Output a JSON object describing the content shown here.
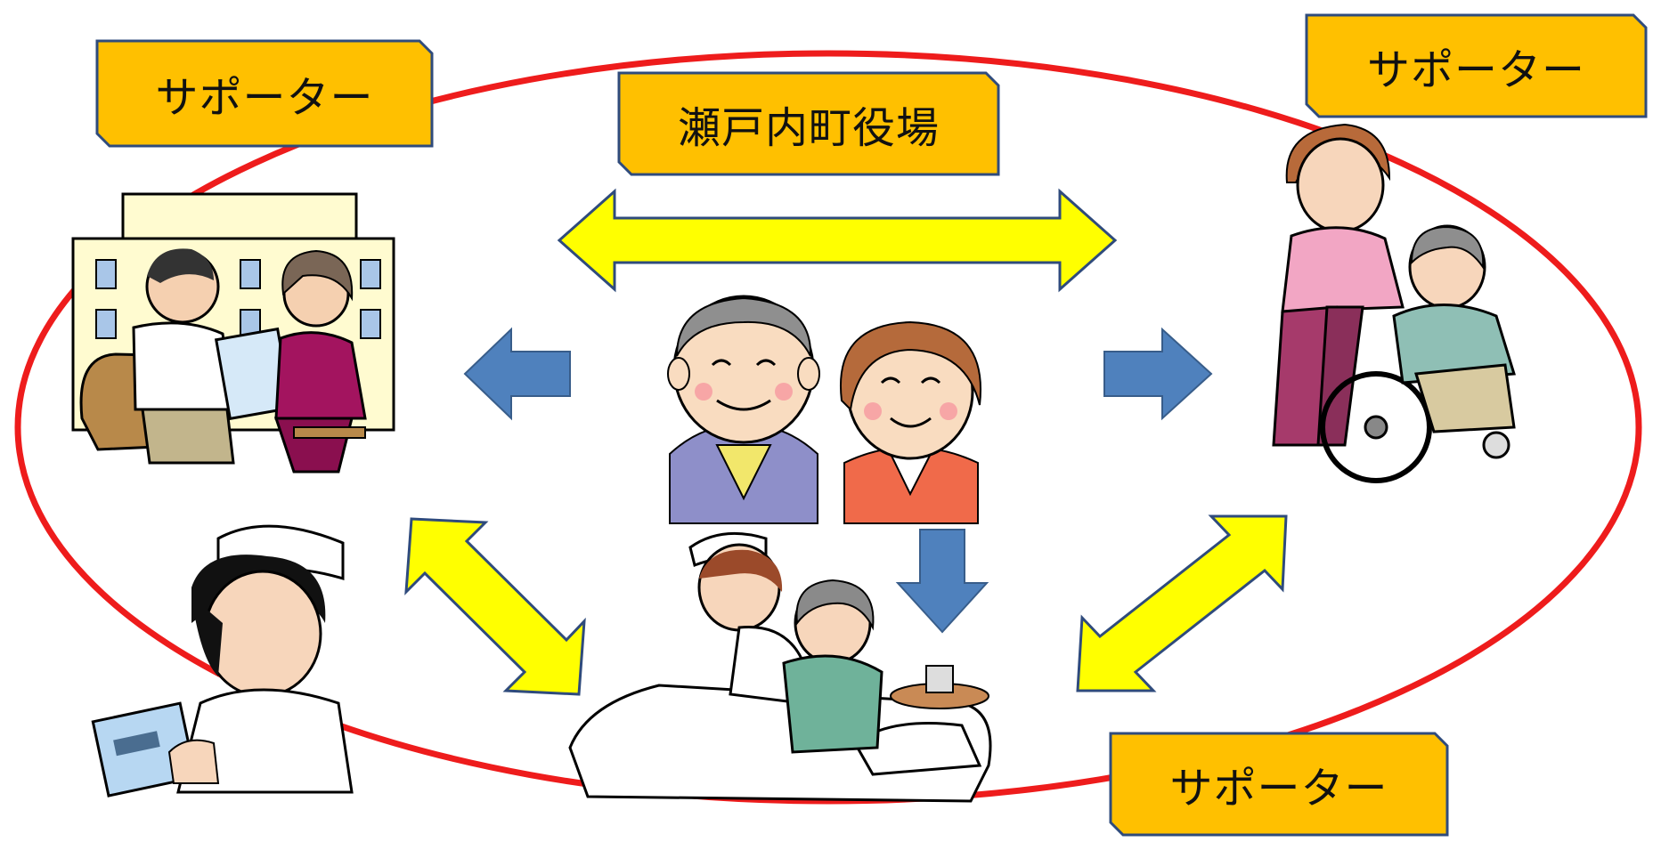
{
  "diagram": {
    "center_label": "瀬戸内町役場",
    "supporter_labels": [
      "サポーター",
      "サポーター",
      "サポーター"
    ]
  },
  "colors": {
    "ellipse": "#ee1c1c",
    "label_fill": "#ffc000",
    "label_border": "#2f4b7c",
    "arrow_yellow": "#ffff00",
    "arrow_blue": "#4f81bd"
  }
}
